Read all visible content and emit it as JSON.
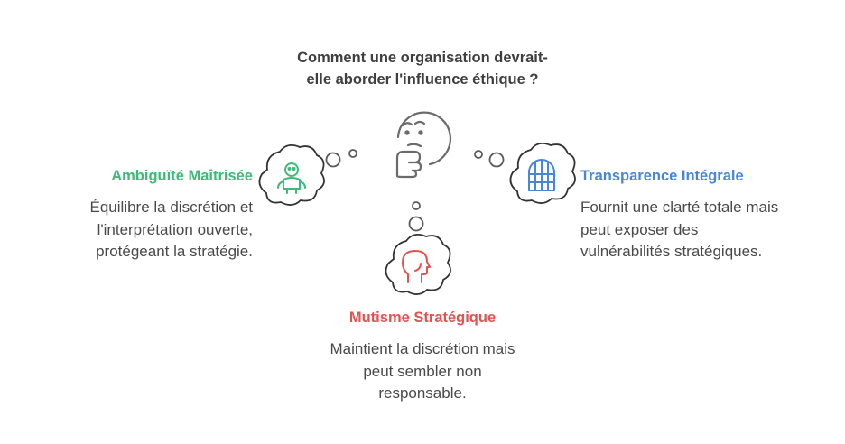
{
  "question": {
    "line1": "Comment une organisation devrait-",
    "line2": "elle aborder l'influence éthique ?"
  },
  "options": {
    "left": {
      "title": "Ambiguïté Maîtrisée",
      "desc": [
        "Équilibre la discrétion et",
        "l'interprétation ouverte,",
        "protégeant la stratégie."
      ],
      "color": "#3dbb78",
      "icon": "abstract-figure-icon"
    },
    "right": {
      "title": "Transparence Intégrale",
      "desc": [
        "Fournit une clarté totale mais",
        "peut exposer des",
        "vulnérabilités stratégiques."
      ],
      "color": "#4a86d8",
      "icon": "window-icon"
    },
    "bottom": {
      "title": "Mutisme Stratégique",
      "desc": [
        "Maintient la discrétion mais",
        "peut sembler non",
        "responsable."
      ],
      "color": "#e05454",
      "icon": "head-silhouette-icon"
    }
  },
  "center_icon": "thinking-face-icon"
}
